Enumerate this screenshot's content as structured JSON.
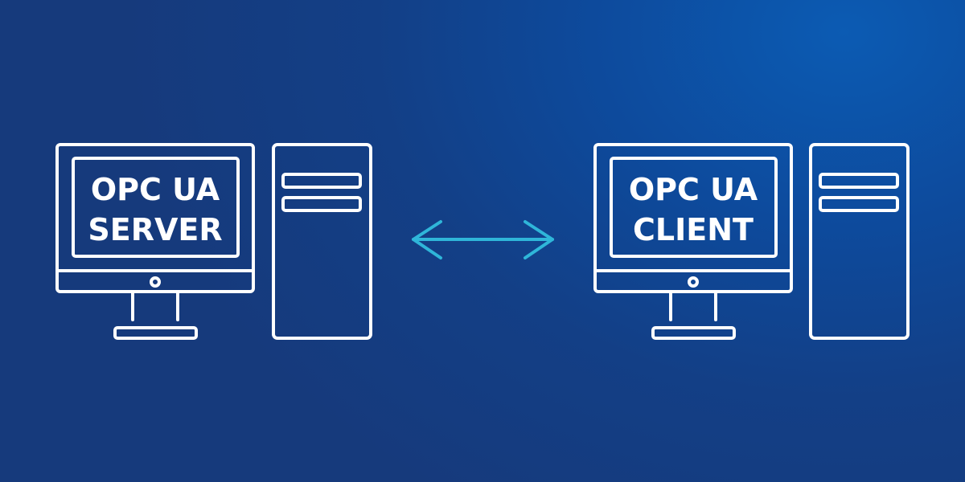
{
  "server": {
    "line1": "OPC UA",
    "line2": "SERVER"
  },
  "client": {
    "line1": "OPC UA",
    "line2": "CLIENT"
  },
  "colors": {
    "background": "#133f86",
    "outline": "#ffffff",
    "arrow": "#2fb6d9"
  }
}
